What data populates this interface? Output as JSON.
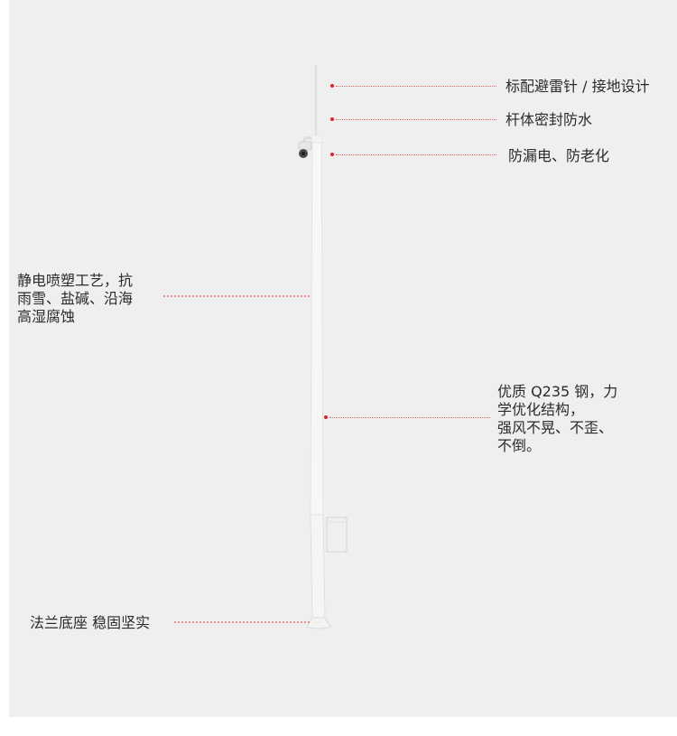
{
  "callouts": {
    "lightning_rod": "标配避雷针 / 接地设计",
    "sealed_body": "杆体密封防水",
    "anti_leak": "防漏电、防老化",
    "coating_line1": "静电喷塑工艺，抗",
    "coating_line2": "雨雪、盐碱、沿海",
    "coating_line3": "高湿腐蚀",
    "steel_line1": "优质 Q235 钢，力",
    "steel_line2": "学优化结构，",
    "steel_line3": "强风不晃、不歪、",
    "steel_line4": "不倒。",
    "base": "法兰底座 稳固坚实"
  },
  "colors": {
    "background": "#efefef",
    "pole": "#f7f7f5",
    "leader_dot": "#e0202a",
    "leader_line": "#e36a6a",
    "text": "#2b2b2b"
  }
}
